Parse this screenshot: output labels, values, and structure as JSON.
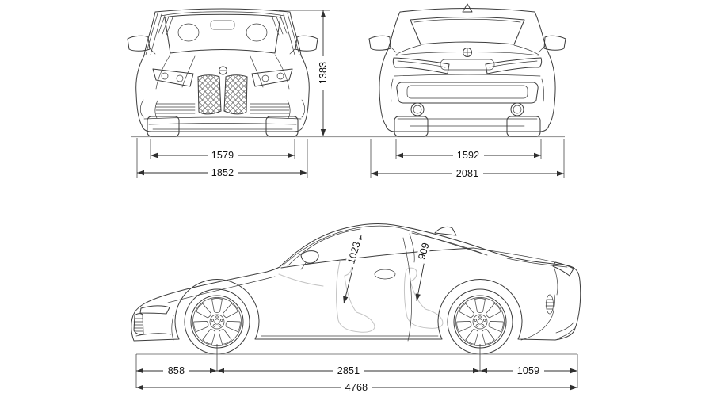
{
  "front_view": {
    "height_mm": "1383",
    "track_mm": "1579",
    "width_mm": "1852"
  },
  "rear_view": {
    "track_mm": "1592",
    "overall_width_mm": "2081"
  },
  "side_view": {
    "front_headroom_mm": "1023",
    "rear_headroom_mm": "909",
    "front_overhang_mm": "858",
    "wheelbase_mm": "2851",
    "rear_overhang_mm": "1059",
    "length_mm": "4768"
  },
  "colors": {
    "line": "#3c3c3c",
    "dimension_line": "#2f2f2f",
    "interior_line": "#c4c4c4",
    "ground_line": "#9a9a9a",
    "text": "#111111",
    "background": "#ffffff"
  }
}
